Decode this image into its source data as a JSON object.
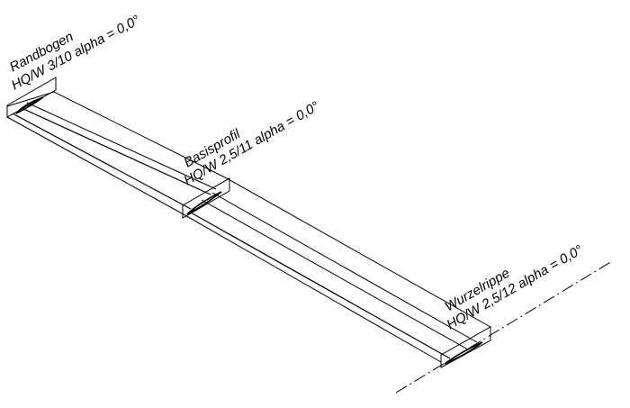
{
  "diagram": {
    "stations": [
      {
        "name": "Randbogen",
        "profile": "HQ/W 3/10 alpha = 0,0°"
      },
      {
        "name": "Basisprofil",
        "profile": "HQ/W 2,5/11  alpha = 0,0°"
      },
      {
        "name": "Wurzelrippe",
        "profile": "HQ/W 2,5/12  alpha = 0,0°"
      }
    ],
    "colors": {
      "line": "#000000",
      "background": "#ffffff"
    }
  }
}
